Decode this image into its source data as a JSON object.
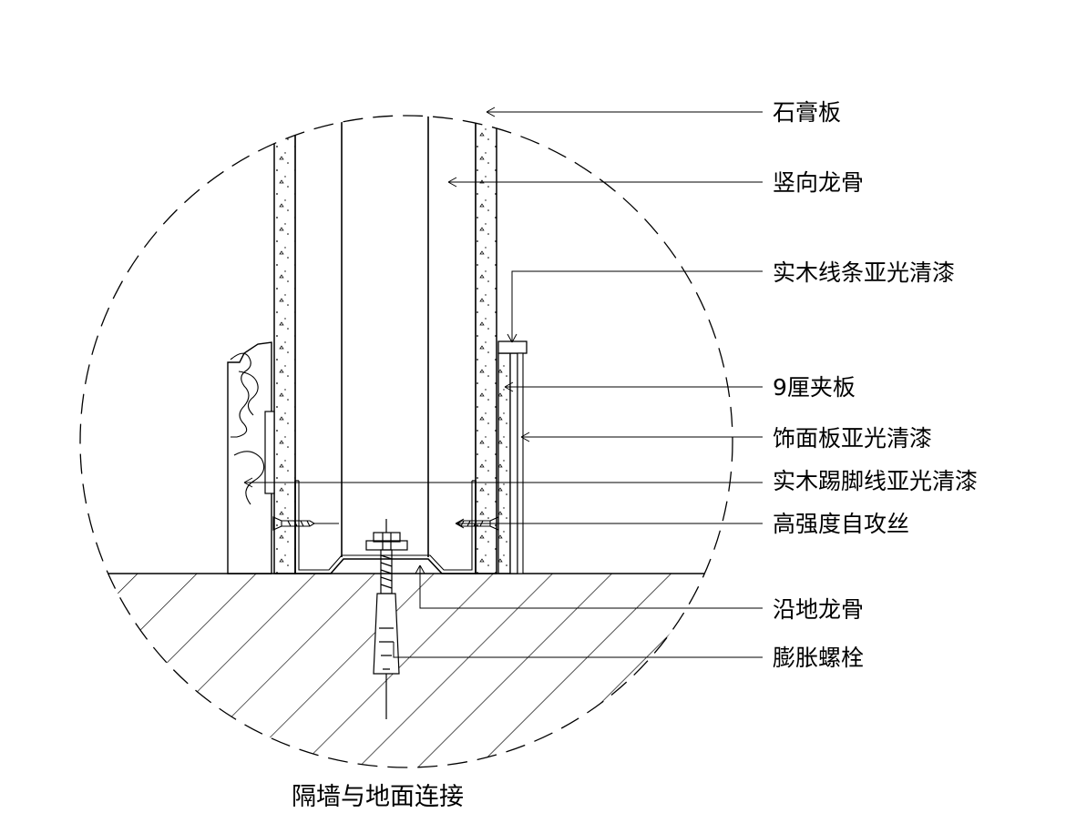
{
  "labels": {
    "gypsum_board": "石膏板",
    "vertical_keel": "竖向龙骨",
    "solid_wood_strip": "实木线条亚光清漆",
    "plywood_9mm": "9厘夹板",
    "veneer_board": "饰面板亚光清漆",
    "solid_wood_baseboard": "实木踢脚线亚光清漆",
    "self_tapping_screw": "高强度自攻丝",
    "floor_keel": "沿地龙骨",
    "expansion_bolt": "膨胀螺栓"
  },
  "caption": "隔墙与地面连接"
}
